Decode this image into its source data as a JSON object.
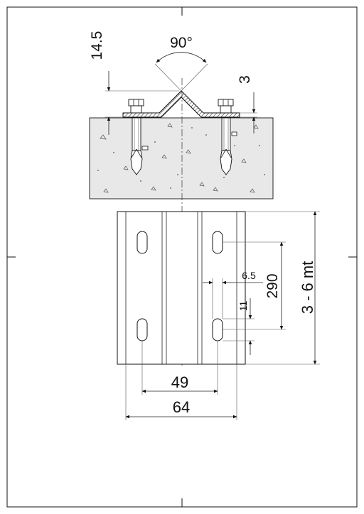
{
  "dimensions": {
    "angle": "90°",
    "flange_height": "14.5",
    "plate_thickness": "3",
    "slot_width": "6.5",
    "slot_pitch": "290",
    "profile_length": "3 - 6 mt",
    "slot_length": "11",
    "inner_slot_spacing": "49",
    "outer_width": "64"
  },
  "colors": {
    "stroke": "#111111",
    "concrete_fill": "#e8e8e8",
    "plate_fill": "#ffffff",
    "background": "#ffffff"
  }
}
